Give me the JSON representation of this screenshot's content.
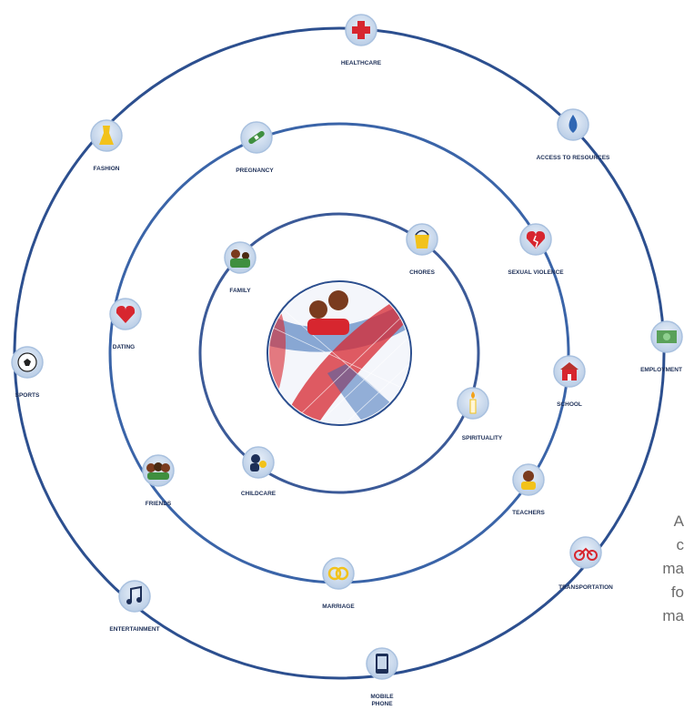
{
  "colors": {
    "ring": "#2c4f8f",
    "node_fill": "#d6e2f1",
    "node_stroke": "#8fb0d6",
    "center_red": "#d7262f",
    "center_blue": "#2f66b3"
  },
  "diagram": {
    "center_icon": "girl-in-net-icon",
    "rings": {
      "inner": [
        {
          "label": "FAMILY",
          "icon": "family-icon"
        },
        {
          "label": "CHORES",
          "icon": "bucket-icon"
        },
        {
          "label": "SPIRITUALITY",
          "icon": "candle-icon"
        },
        {
          "label": "CHILDCARE",
          "icon": "mother-child-icon"
        }
      ],
      "middle": [
        {
          "label": "PREGNANCY",
          "icon": "pregnancy-test-icon"
        },
        {
          "label": "SEXUAL VIOLENCE",
          "icon": "broken-heart-icon"
        },
        {
          "label": "SCHOOL",
          "icon": "school-icon"
        },
        {
          "label": "TEACHERS",
          "icon": "teacher-icon"
        },
        {
          "label": "MARRIAGE",
          "icon": "rings-icon"
        },
        {
          "label": "FRIENDS",
          "icon": "friends-icon"
        },
        {
          "label": "DATING",
          "icon": "heart-icon"
        }
      ],
      "outer": [
        {
          "label": "HEALTHCARE",
          "icon": "medical-cross-icon"
        },
        {
          "label": "ACCESS TO RESOURCES",
          "icon": "water-drop-icon"
        },
        {
          "label": "EMPLOYMENT",
          "icon": "money-icon"
        },
        {
          "label": "TRANSPORTATION",
          "icon": "bicycle-icon"
        },
        {
          "label": "MOBILE PHONE",
          "icon": "mobile-phone-icon"
        },
        {
          "label": "ENTERTAINMENT",
          "icon": "music-note-icon"
        },
        {
          "label": "SPORTS",
          "icon": "soccer-ball-icon"
        },
        {
          "label": "FASHION",
          "icon": "dress-icon"
        }
      ]
    }
  },
  "side_text": "A\nc\nma\nfo\nma"
}
